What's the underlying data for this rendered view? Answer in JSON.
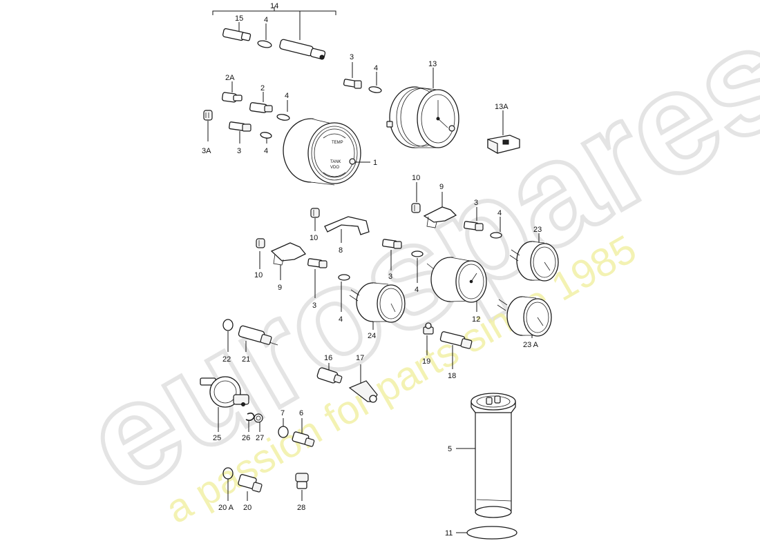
{
  "watermark": {
    "brand": "eurospares",
    "slogan": "a passion for parts since 1985",
    "slogan_color": "#f2f0a6"
  },
  "gauge_face_texts": {
    "temp": "TEMP",
    "tank": "TANK",
    "vdo": "VDO"
  },
  "callouts": {
    "c14": "14",
    "c15": "15",
    "c4a": "4",
    "c3a": "3",
    "c4b": "4",
    "c13": "13",
    "c2A": "2A",
    "c2": "2",
    "c4c": "4",
    "c3A": "3A",
    "c3b": "3",
    "c4d": "4",
    "c1": "1",
    "c13A": "13A",
    "c10a": "10",
    "c9a": "9",
    "c3c": "3",
    "c4e": "4",
    "c23": "23",
    "c10b": "10",
    "c8": "8",
    "c10c": "10",
    "c9b": "9",
    "c3d": "3",
    "c4f": "4",
    "c3e": "3",
    "c4g": "4",
    "c12": "12",
    "c24": "24",
    "c23A": "23 A",
    "c22": "22",
    "c21": "21",
    "c19": "19",
    "c18": "18",
    "c16": "16",
    "c17": "17",
    "c5": "5",
    "c7": "7",
    "c6": "6",
    "c25": "25",
    "c26": "26",
    "c27": "27",
    "c20A": "20 A",
    "c20": "20",
    "c28": "28",
    "c11": "11"
  }
}
